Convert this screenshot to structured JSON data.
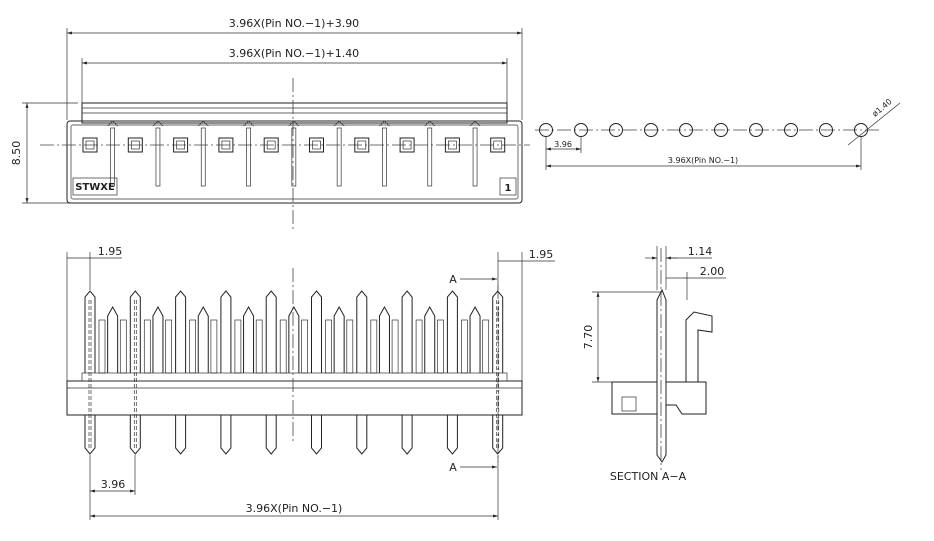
{
  "top_view": {
    "overall_dim": "3.96X(Pin NO.−1)+3.90",
    "inner_dim": "3.96X(Pin NO.−1)+1.40",
    "height_dim": "8.50",
    "brand_mark": "STWXE",
    "pin1_mark": "1",
    "pin_count": 10
  },
  "footprint": {
    "pitch_dim": "3.96",
    "span_dim": "3.96X(Pin NO.−1)",
    "hole_dim": "ø1.40",
    "hole_count": 10
  },
  "front_view": {
    "left_offset_dim": "1.95",
    "right_offset_dim": "1.95",
    "pitch_dim": "3.96",
    "span_dim": "3.96X(Pin NO.−1)",
    "section_marker_top": "A",
    "section_marker_bottom": "A",
    "pin_count": 10
  },
  "section_view": {
    "thickness_dim": "1.14",
    "offset_dim": "2.00",
    "height_dim": "7.70",
    "caption": "SECTION  A−A"
  }
}
